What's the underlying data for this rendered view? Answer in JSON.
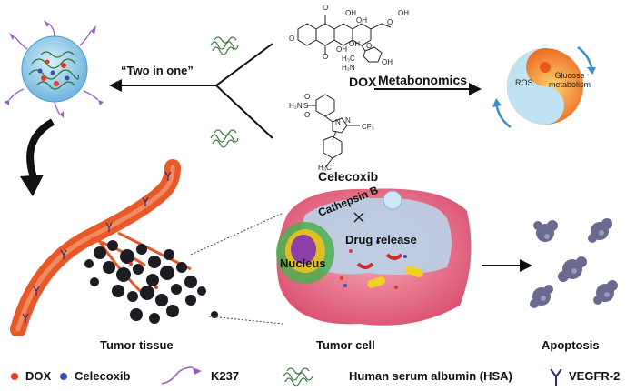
{
  "labels": {
    "two_in_one": "“Two in one”",
    "dox": "DOX",
    "celecoxib": "Celecoxib",
    "metabonomics": "Metabonomics",
    "ros": "ROS",
    "glucose_metabolism_1": "Glucose",
    "glucose_metabolism_2": "metabolism",
    "cathepsin_b": "Cathepsin B",
    "drug_release": "Drug release",
    "nucleus": "Nucleus",
    "tumor_tissue": "Tumor tissue",
    "tumor_cell": "Tumor cell",
    "apoptosis": "Apoptosis"
  },
  "chem": {
    "dox_o1": "O",
    "dox_oh1": "OH",
    "dox_o2": "O",
    "dox_oh_side": "OH",
    "dox_o3": "O",
    "dox_o4": "O",
    "dox_oh2": "OH",
    "dox_o5": "O",
    "dox_oh_chain": "OH",
    "dox_oh3": "OH",
    "dox_ch3": "H₃C",
    "dox_nh2": "H₂N",
    "dox_oh4": "OH",
    "cel_h2n": "H₂N",
    "cel_s": "S",
    "cel_o1": "O",
    "cel_o2": "O",
    "cel_n1": "N",
    "cel_n2": "N",
    "cel_cf3": "CF₃",
    "cel_h3c": "H₃C"
  },
  "legend": {
    "dox": "DOX",
    "celecoxib": "Celecoxib",
    "k237": "K237",
    "hsa": "Human serum albumin (HSA)",
    "vegfr2": "VEGFR-2"
  },
  "colors": {
    "dox_dot": "#e23b2a",
    "celecoxib_dot": "#3a4fb3",
    "k237": "#9b5fc0",
    "hsa": "#3c7a3c",
    "vessel": "#e8592a",
    "cell_outer": "#e8637e",
    "cell_inner": "#b9d3e9"
  }
}
